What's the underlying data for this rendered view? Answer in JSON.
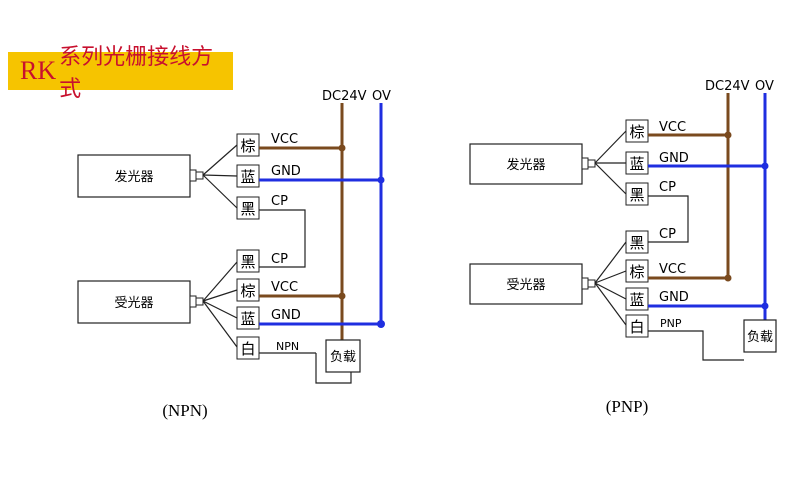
{
  "title": {
    "prefix": "RK",
    "text": "系列光栅接线方式"
  },
  "colors": {
    "brown_wire": "#7a4a1e",
    "blue_wire": "#1f2ee0",
    "black_wire": "#222222",
    "title_bg": "#f6c400",
    "title_text": "#c8102e"
  },
  "npn": {
    "caption": "(NPN)",
    "power_pos": "DC24V",
    "power_neg": "OV",
    "emitter_label": "发光器",
    "receiver_label": "受光器",
    "load_label": "负载",
    "emitter_wires": [
      {
        "tag": "棕",
        "signal": "VCC"
      },
      {
        "tag": "蓝",
        "signal": "GND"
      },
      {
        "tag": "黑",
        "signal": "CP"
      }
    ],
    "receiver_wires": [
      {
        "tag": "黑",
        "signal": "CP"
      },
      {
        "tag": "棕",
        "signal": "VCC"
      },
      {
        "tag": "蓝",
        "signal": "GND"
      },
      {
        "tag": "白",
        "signal": "NPN"
      }
    ]
  },
  "pnp": {
    "caption": "(PNP)",
    "power_pos": "DC24V",
    "power_neg": "OV",
    "emitter_label": "发光器",
    "receiver_label": "受光器",
    "load_label": "负载",
    "emitter_wires": [
      {
        "tag": "棕",
        "signal": "VCC"
      },
      {
        "tag": "蓝",
        "signal": "GND"
      },
      {
        "tag": "黑",
        "signal": "CP"
      }
    ],
    "receiver_wires": [
      {
        "tag": "黑",
        "signal": "CP"
      },
      {
        "tag": "棕",
        "signal": "VCC"
      },
      {
        "tag": "蓝",
        "signal": "GND"
      },
      {
        "tag": "白",
        "signal": "PNP"
      }
    ]
  }
}
